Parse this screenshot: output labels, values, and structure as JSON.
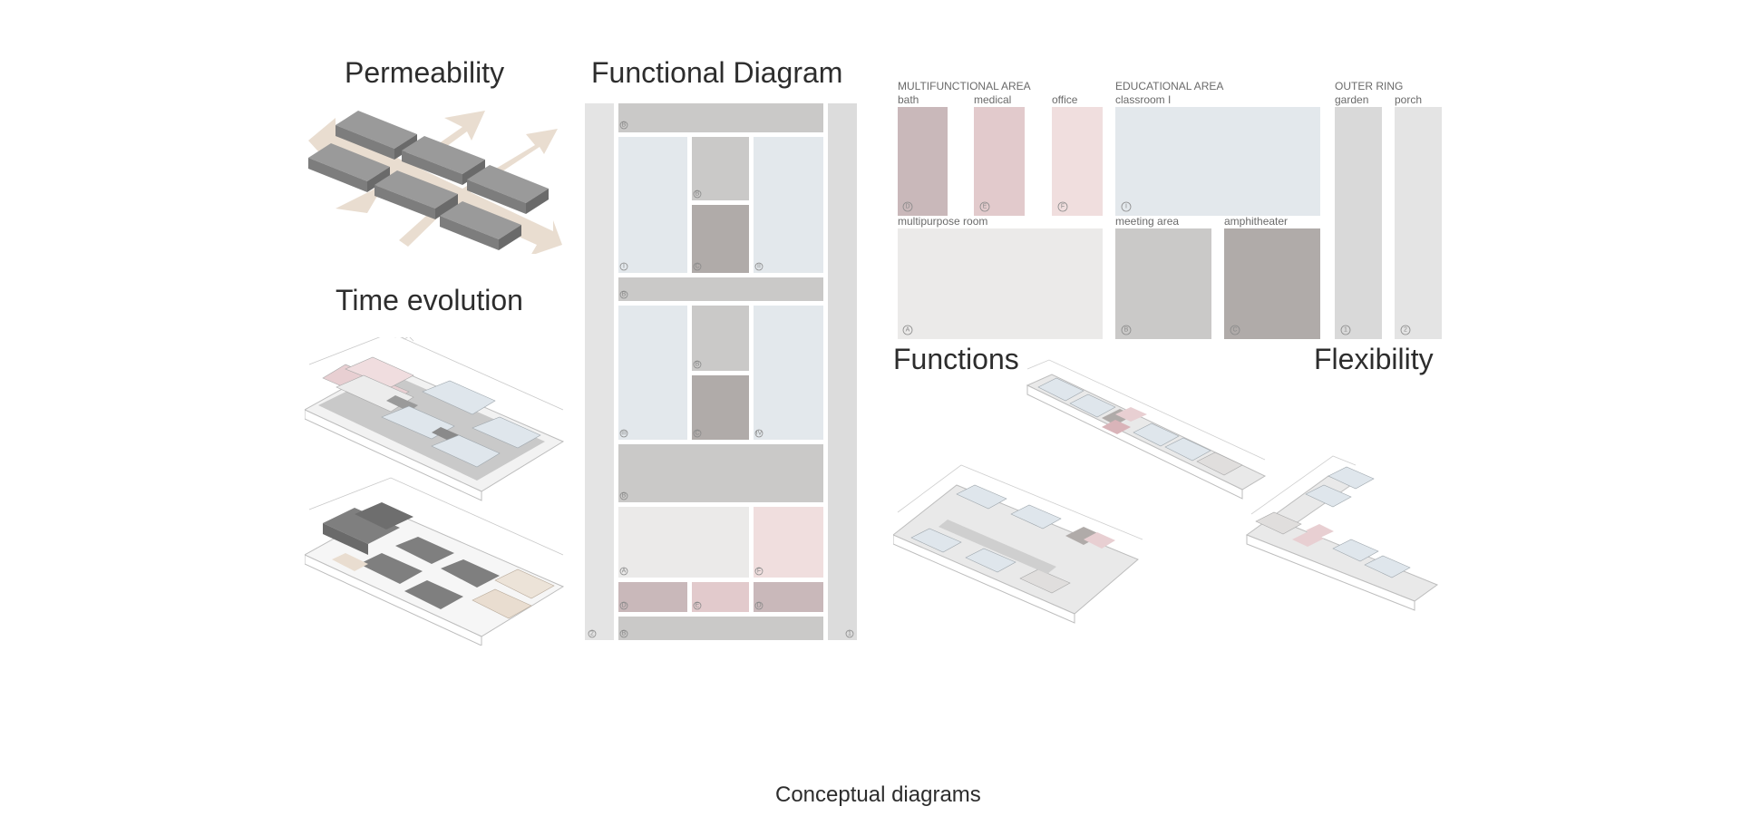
{
  "titles": {
    "permeability": "Permeability",
    "functional_diagram": "Functional Diagram",
    "time_evolution": "Time evolution",
    "functions": "Functions",
    "flexibility": "Flexibility"
  },
  "caption": "Conceptual diagrams",
  "legend": {
    "multifunctional_area": {
      "heading": "MULTIFUNCTIONAL AREA",
      "items": [
        {
          "label": "bath",
          "marker": "D",
          "color": "#c9b8ba"
        },
        {
          "label": "medical",
          "marker": "E",
          "color": "#e2cacc"
        },
        {
          "label": "office",
          "marker": "F",
          "color": "#f0dede"
        }
      ]
    },
    "educational_area": {
      "heading": "EDUCATIONAL AREA",
      "items": [
        {
          "label": "classroom I",
          "marker": "I",
          "color": "#e3e8ec"
        },
        {
          "label": "meeting area",
          "marker": "B",
          "color": "#cac9c8"
        },
        {
          "label": "amphitheater",
          "marker": "C",
          "color": "#b0aba9"
        }
      ]
    },
    "multipurpose": {
      "label": "multipurpose room",
      "marker": "A",
      "color": "#ebeae9"
    },
    "outer_ring": {
      "heading": "OUTER RING",
      "items": [
        {
          "label": "garden",
          "marker": "1",
          "color": "#d9d9d9"
        },
        {
          "label": "porch",
          "marker": "2",
          "color": "#e4e4e4"
        }
      ]
    }
  },
  "functional_diagram": {
    "markers": {
      "b": "B",
      "c": "C",
      "a": "A",
      "d": "D",
      "e": "E",
      "f": "F",
      "i": "I",
      "ii": "II",
      "iii": "III",
      "iv": "IV",
      "one": "1",
      "two": "2"
    }
  },
  "colors": {
    "arrow": "#e9ddd0",
    "block": "#8f8f8f",
    "blue": "#dfe6ec",
    "pink": "#e8cfd2",
    "dark": "#7f7f7f"
  }
}
